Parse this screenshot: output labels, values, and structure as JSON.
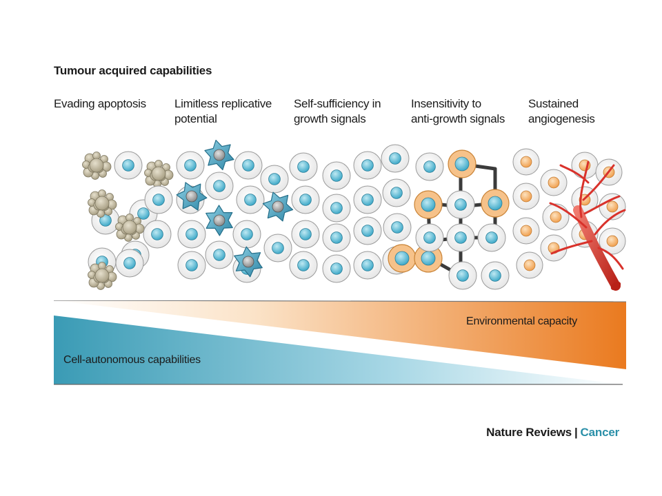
{
  "title": "Tumour acquired capabilities",
  "capabilities": [
    {
      "label": "Evading apoptosis"
    },
    {
      "label": "Limitless replicative\npotential"
    },
    {
      "label": "Self-sufficiency in\ngrowth signals"
    },
    {
      "label": "Insensitivity to\nanti-growth signals"
    },
    {
      "label": "Sustained\nangiogenesis"
    }
  ],
  "gradient": {
    "environmental_label": "Environmental capacity",
    "cell_autonomous_label": "Cell-autonomous capabilities",
    "colors": {
      "orange": "#ea7a1f",
      "teal": "#3a9bb5"
    }
  },
  "footer": {
    "publisher": "Nature Reviews",
    "separator": "|",
    "journal": "Cancer"
  },
  "colors": {
    "cell_membrane": "#f4f4f4",
    "nucleus_blue": "#6cc6dc",
    "nucleus_orange": "#f6b46a",
    "apoptotic": "#c8bfa6",
    "star_cell": "#4fa4c2",
    "vessel": "#d9322b",
    "junction": "#3b3b3b"
  }
}
